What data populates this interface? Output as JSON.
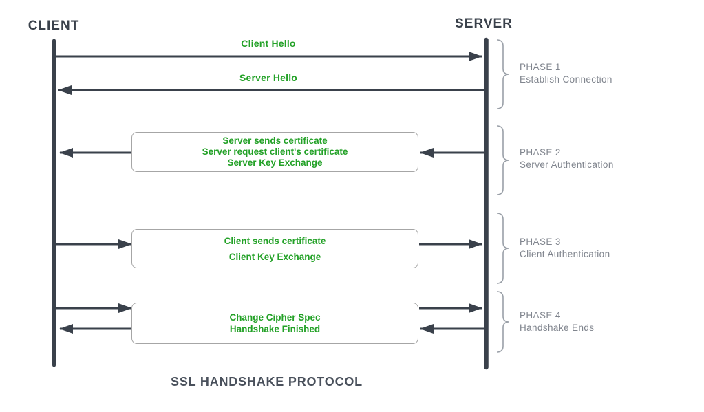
{
  "diagram": {
    "title": "SSL HANDSHAKE PROTOCOL",
    "actors": {
      "client": "CLIENT",
      "server": "SERVER"
    },
    "messages": {
      "client_hello": "Client Hello",
      "server_hello": "Server Hello"
    },
    "boxes": {
      "phase2": {
        "lines": [
          "Server sends certificate",
          "Server request client's certificate",
          "Server Key Exchange"
        ]
      },
      "phase3": {
        "lines": [
          "Client sends certificate",
          "Client Key Exchange"
        ]
      },
      "phase4": {
        "lines": [
          "Change Cipher Spec",
          "Handshake Finished"
        ]
      }
    },
    "phases": [
      {
        "name": "PHASE 1",
        "description": "Establish Connection"
      },
      {
        "name": "PHASE 2",
        "description": "Server Authentication"
      },
      {
        "name": "PHASE 3",
        "description": "Client Authentication"
      },
      {
        "name": "PHASE 4",
        "description": "Handshake Ends"
      }
    ],
    "colors": {
      "line_dark": "#3a414b",
      "message_green": "#23a127",
      "phase_gray": "#80858e",
      "box_border": "#a6a6a6",
      "brace_gray": "#9aa0a8"
    }
  }
}
